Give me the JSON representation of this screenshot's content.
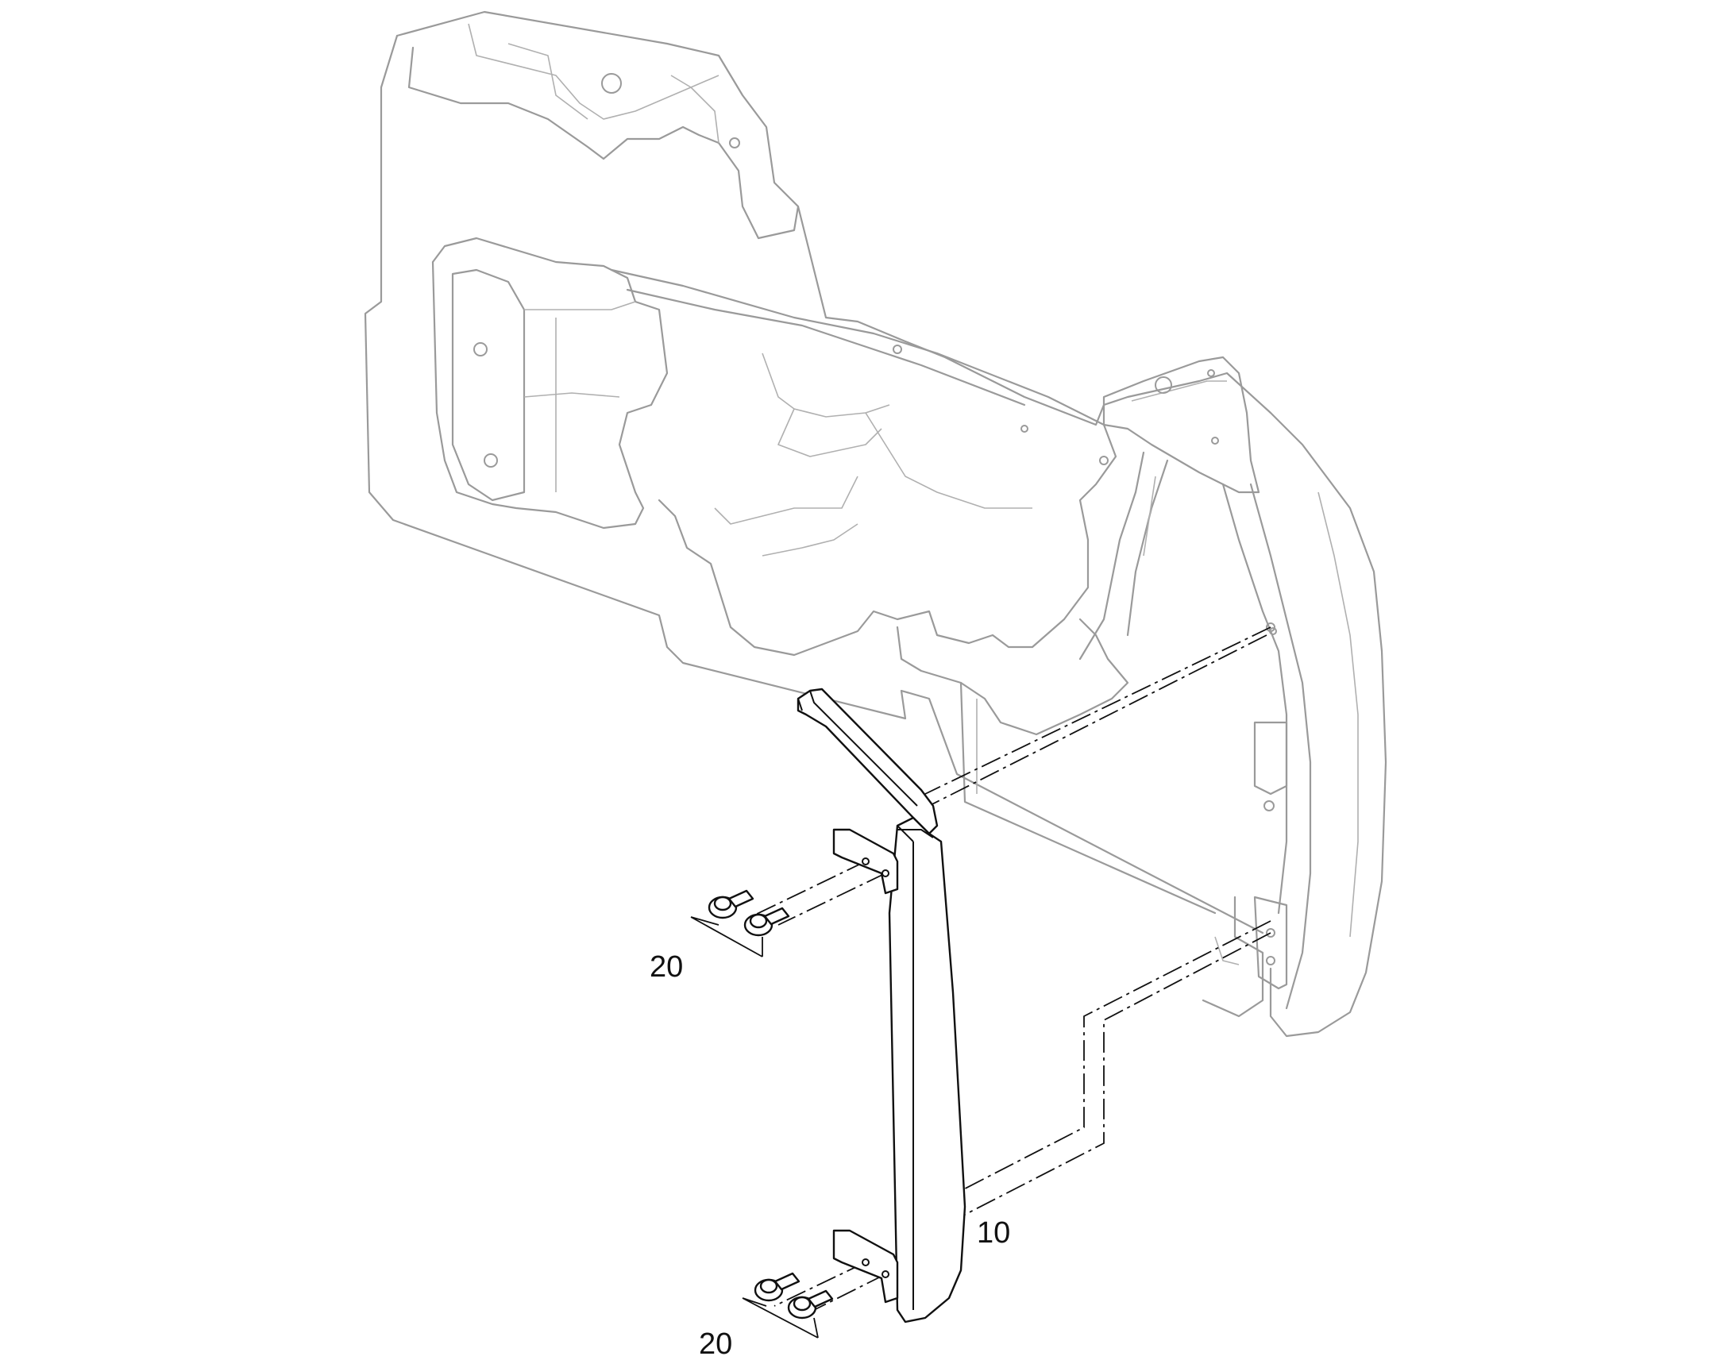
{
  "callouts": {
    "bumper_cover": "10",
    "bolt_set_upper": "20",
    "bolt_set_lower": "20"
  }
}
